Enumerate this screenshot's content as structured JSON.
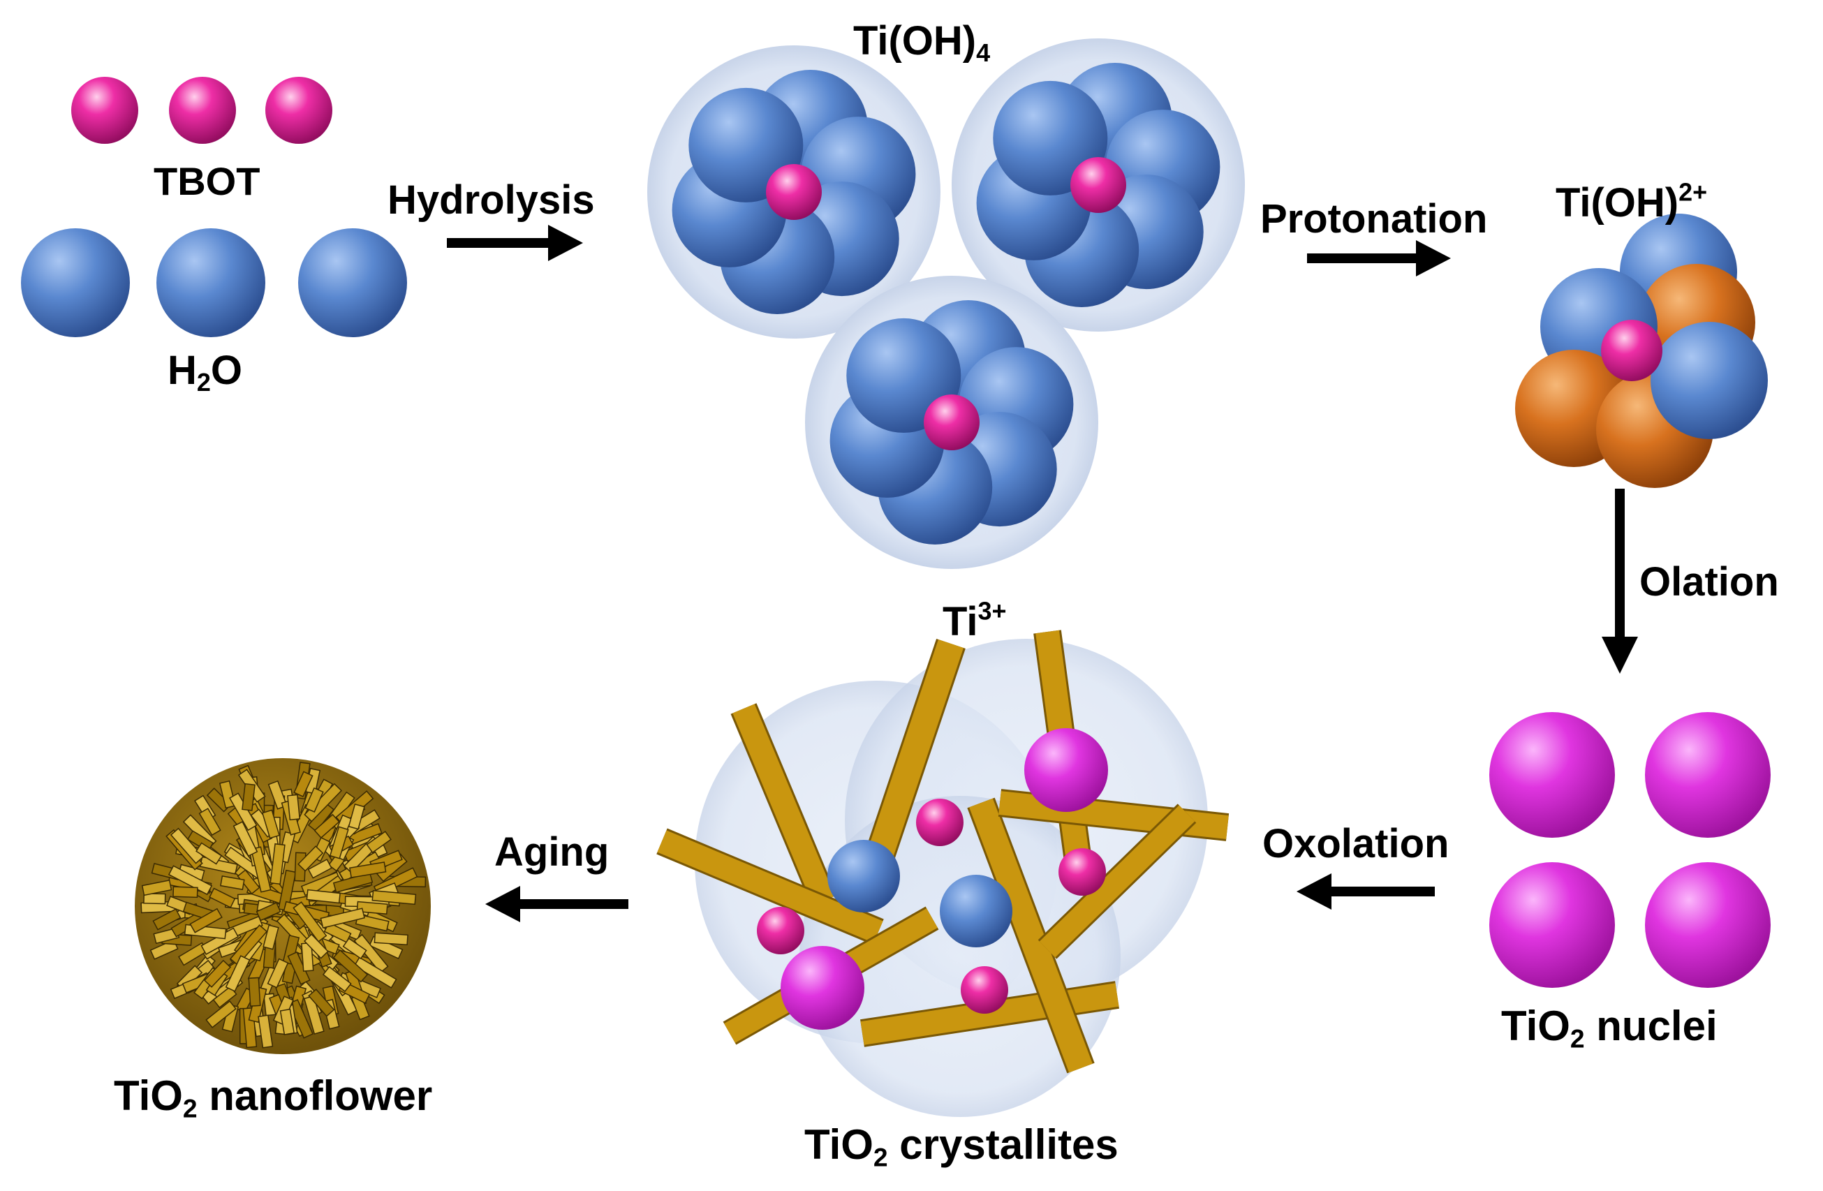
{
  "labels": {
    "tbot": "TBOT",
    "h2o_main": "H",
    "h2o_sub": "2",
    "h2o_tail": "O",
    "hydrolysis": "Hydrolysis",
    "tioh4_main": "Ti(OH)",
    "tioh4_sub": "4",
    "protonation": "Protonation",
    "tioh2_main": "Ti(OH)",
    "tioh2_sup": "2+",
    "olation": "Olation",
    "ti3_main": "Ti",
    "ti3_sup": "3+",
    "oxolation": "Oxolation",
    "nuclei_main": "TiO",
    "nuclei_sub": "2",
    "nuclei_tail": " nuclei",
    "aging": "Aging",
    "crystallites_main": "TiO",
    "crystallites_sub": "2",
    "crystallites_tail": " crystallites",
    "nanoflower_main": "TiO",
    "nanoflower_sub": "2",
    "nanoflower_tail": " nanoflower"
  },
  "colors": {
    "water_blue": "#4a78c2",
    "tbot_magenta": "#d8138a",
    "proton_orange": "#d06a18",
    "nuclei_violet": "#d827d8",
    "rod_gold": "#c9960f",
    "halo": "#dde6f4",
    "arrow": "#000000"
  },
  "steps": [
    "Hydrolysis",
    "Protonation",
    "Olation",
    "Oxolation",
    "Aging"
  ]
}
